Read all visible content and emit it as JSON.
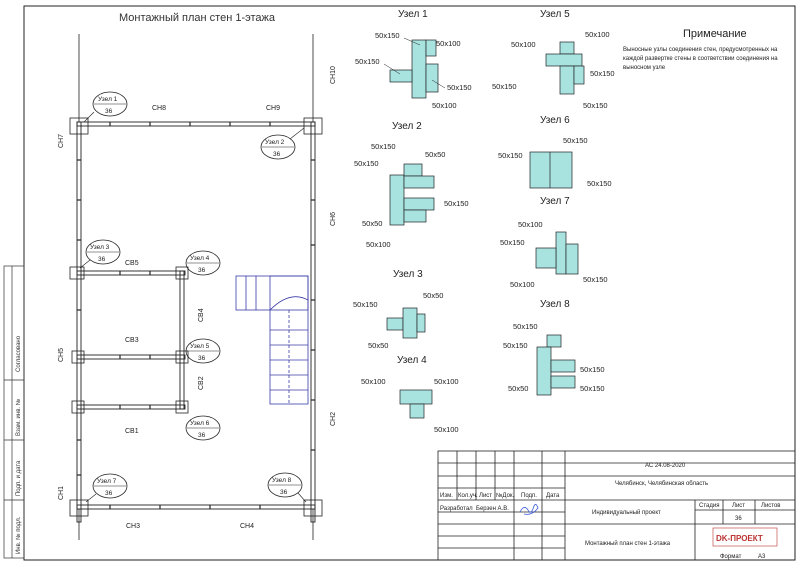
{
  "plan": {
    "title": "Монтажный план стен 1-этажа",
    "walls": {
      "ch1": "СН1",
      "ch2": "СН2",
      "ch3": "СН3",
      "ch4": "СН4",
      "ch5": "СН5",
      "ch6": "СН6",
      "ch7": "СН7",
      "ch8": "СН8",
      "ch9": "СН9",
      "ch10": "СН10",
      "cv1": "СВ1",
      "cv2": "СВ2",
      "cv3": "СВ3",
      "cv4": "СВ4",
      "cv5": "СВ5"
    },
    "callouts": [
      {
        "label": "Узел 1",
        "sheet": "36"
      },
      {
        "label": "Узел 2",
        "sheet": "36"
      },
      {
        "label": "Узел 3",
        "sheet": "36"
      },
      {
        "label": "Узел 4",
        "sheet": "36"
      },
      {
        "label": "Узел 5",
        "sheet": "36"
      },
      {
        "label": "Узел 6",
        "sheet": "36"
      },
      {
        "label": "Узел 7",
        "sheet": "36"
      },
      {
        "label": "Узел 8",
        "sheet": "36"
      }
    ]
  },
  "nodes": [
    {
      "title": "Узел 1",
      "labels": [
        "50х150",
        "50х100",
        "50х150",
        "50х150",
        "50х100"
      ]
    },
    {
      "title": "Узел 2",
      "labels": [
        "50х150",
        "50х50",
        "50х150",
        "50х150",
        "50х50",
        "50х100"
      ]
    },
    {
      "title": "Узел 3",
      "labels": [
        "50х150",
        "50х50",
        "50х50"
      ]
    },
    {
      "title": "Узел 4",
      "labels": [
        "50х100",
        "50х100",
        "50х100"
      ]
    },
    {
      "title": "Узел 5",
      "labels": [
        "50х100",
        "50х100",
        "50х150",
        "50х150",
        "50х150"
      ]
    },
    {
      "title": "Узел 6",
      "labels": [
        "50х150",
        "50х150",
        "50х150"
      ]
    },
    {
      "title": "Узел 7",
      "labels": [
        "50х100",
        "50х150",
        "50х100",
        "50х150"
      ]
    },
    {
      "title": "Узел 8",
      "labels": [
        "50х150",
        "50х150",
        "50х150",
        "50х50",
        "50х150"
      ]
    }
  ],
  "note": {
    "title": "Примечание",
    "lines": [
      "Выносные узлы соединения стен, предусмотренных на",
      "каждой развертке стены в соответствии соединения на",
      "выносном узле"
    ]
  },
  "stamp": {
    "code": "АС 24.08-2020",
    "location": "Челябинск, Челябинская область",
    "project": "Индивидуальный проект",
    "sheet_title": "Монтажный план стен 1-этажа",
    "col_izm": "Изм.",
    "col_kol": "Кол.уч.",
    "col_list": "Лист",
    "col_doc": "№Док.",
    "col_sign": "Подп.",
    "col_date": "Дата",
    "developer_role": "Разработал",
    "developer_name": "Берзен А.В.",
    "stage_label": "Стадия",
    "sheet_label": "Лист",
    "sheets_label": "Листов",
    "sheet_number": "36",
    "logo": "DK-ПРОЕКТ",
    "format_label": "Формат",
    "format_value": "А3"
  },
  "side_stamp": {
    "agreed": "Согласовано",
    "replace": "Взам. инв. №",
    "sign_date": "Подп. и дата",
    "inv": "Инв. № подл."
  },
  "colors": {
    "timber": "#a8e3e0",
    "line": "#222222",
    "stair": "#3a3aa8"
  }
}
